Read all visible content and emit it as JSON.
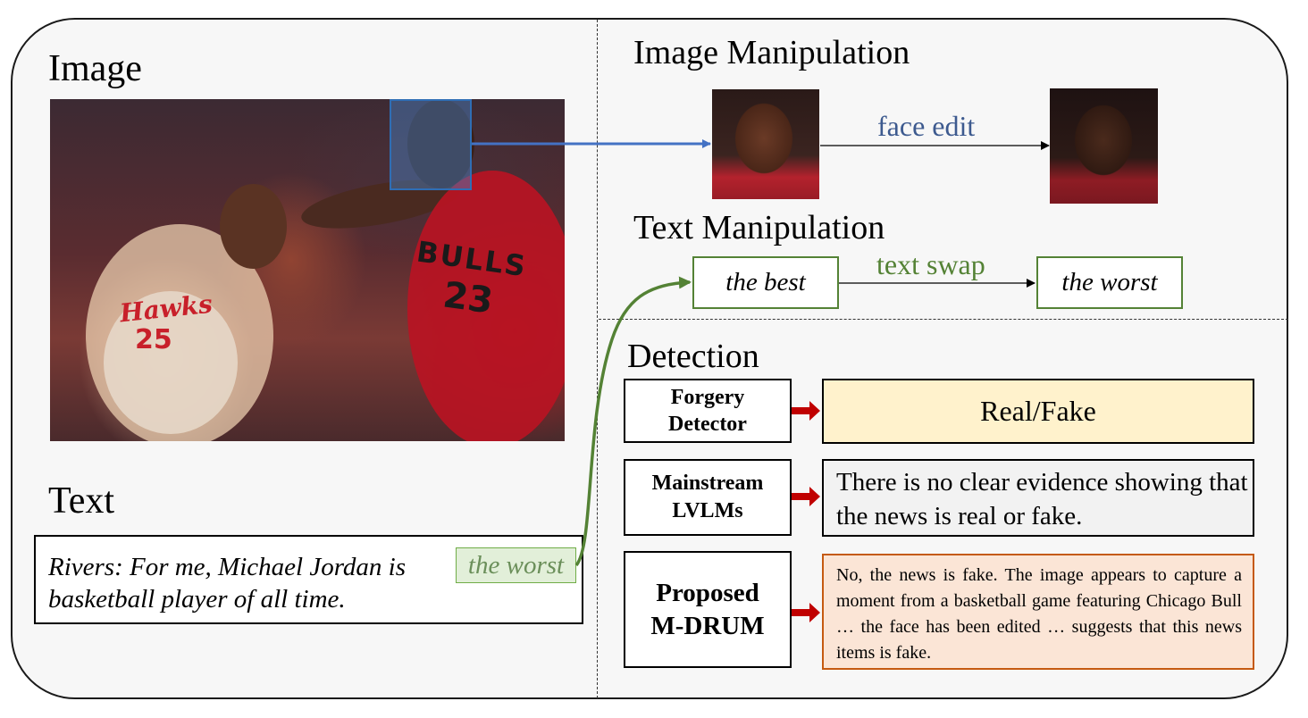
{
  "headings": {
    "image": "Image",
    "text": "Text",
    "image_manipulation": "Image Manipulation",
    "text_manipulation": "Text Manipulation",
    "detection": "Detection"
  },
  "photo": {
    "jersey_right_text": "BULLS",
    "jersey_right_number": "23",
    "jersey_left_text": "Hawks",
    "jersey_left_number": "25"
  },
  "manipulations": {
    "face_edit_label": "face edit",
    "text_swap_label": "text swap",
    "original_phrase": "the best",
    "swapped_phrase": "the worst"
  },
  "text_panel": {
    "line1_prefix": "Rivers: For me, Michael Jordan is",
    "highlighted": "the worst",
    "line2": "basketball player of all time."
  },
  "detection": {
    "forgery_detector": "Forgery Detector",
    "forgery_result": "Real/Fake",
    "lvlm": "Mainstream LVLMs",
    "lvlm_result": "There is no clear evidence showing that the news is real or fake.",
    "proposed": "Proposed M-DRUM",
    "proposed_result": "No, the news is fake. The image appears to capture a moment from a basketball game featuring Chicago Bull … the face has been edited … suggests that this news items is fake."
  },
  "colors": {
    "face_edit": "#3d5a8f",
    "text_swap": "#548235",
    "face_arrow": "#4472c4",
    "red_arrow": "#c00000",
    "real_fake_fill": "#fff2cc",
    "mdrum_fill": "#fbe5d6",
    "mdrum_border": "#c55a11"
  }
}
